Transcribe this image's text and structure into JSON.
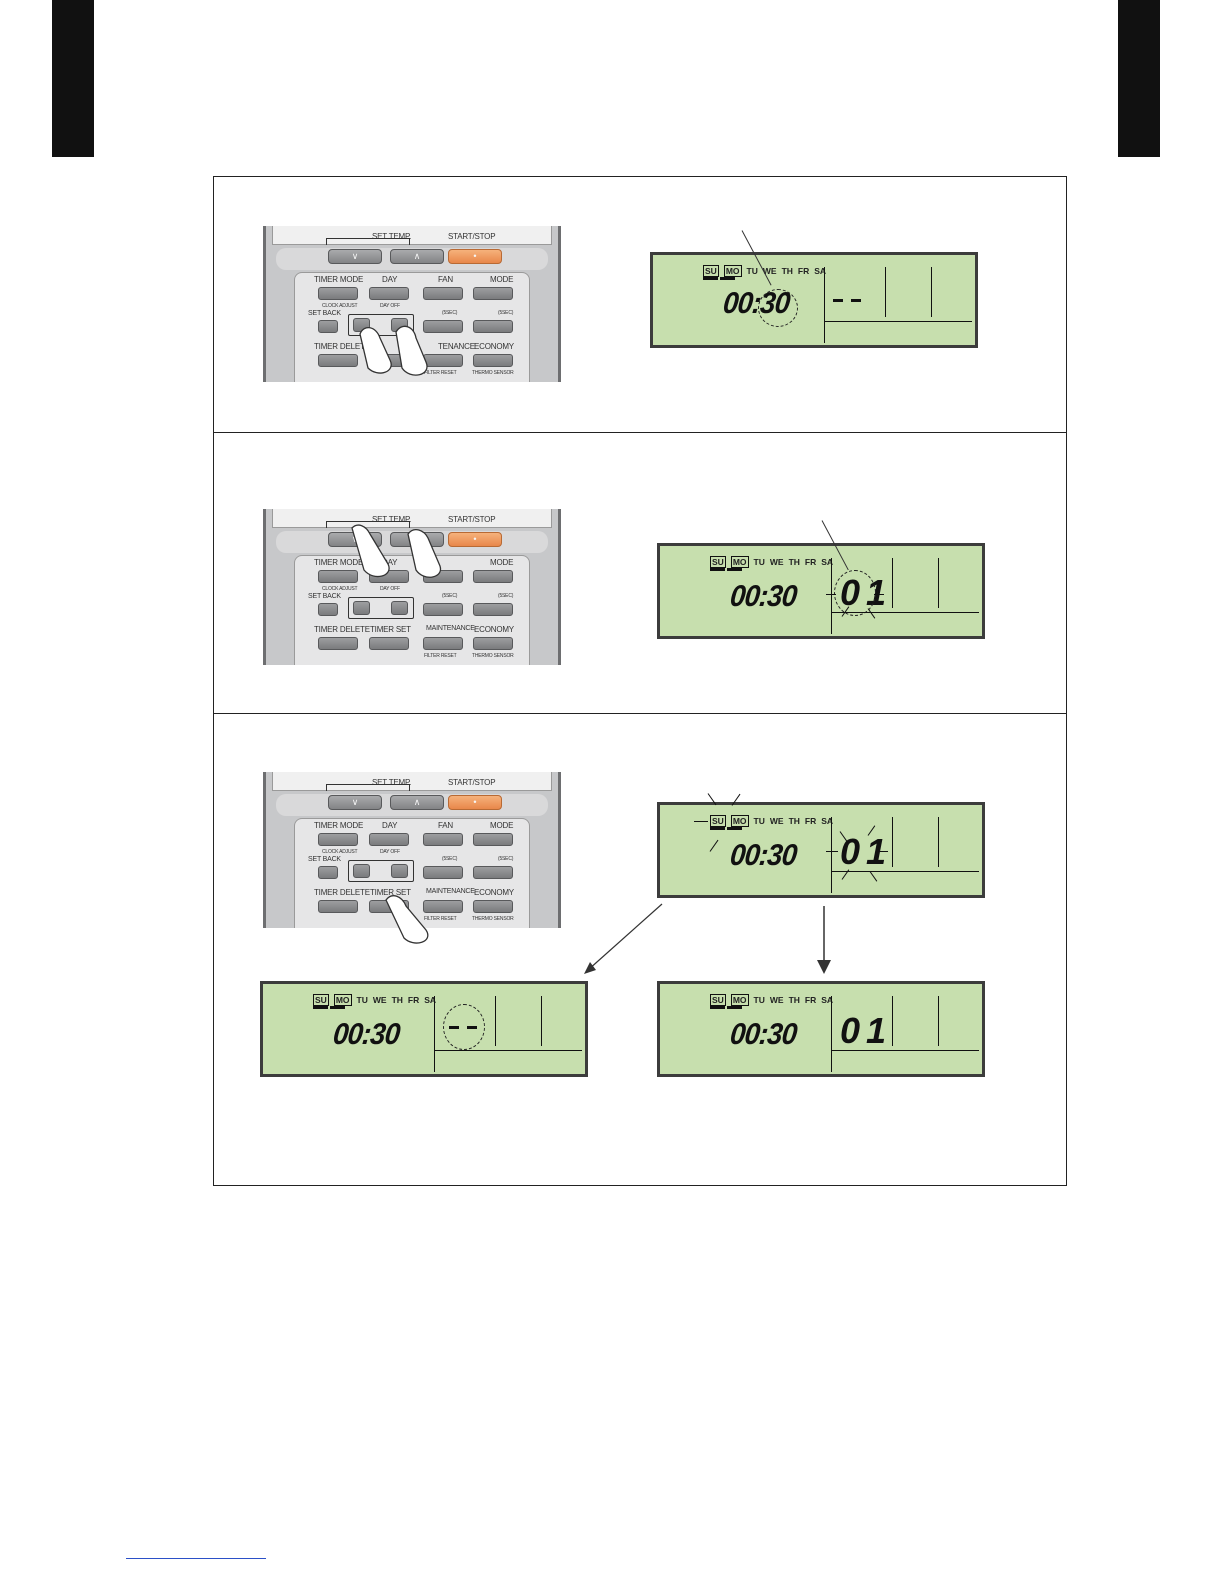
{
  "remote": {
    "set_temp": "SET TEMP.",
    "start_stop": "START/STOP",
    "timer_mode": "TIMER MODE",
    "day": "DAY",
    "fan": "FAN",
    "mode": "MODE",
    "clock_adjust": "CLOCK ADJUST",
    "day_off": "DAY OFF",
    "set_back": "SET BACK",
    "sec_swing": "(5SEC)",
    "sec_louver": "(5SEC)",
    "timer_delete": "TIMER DELETE",
    "timer_set": "TIMER SET",
    "maintenance": "MAINTENANCE",
    "maintenance_partial": "TENANCE",
    "economy": "ECONOMY",
    "filter_reset": "FILTER RESET",
    "thermo_sensor": "THERMO SENSOR"
  },
  "lcd": {
    "days": [
      "SU",
      "MO",
      "TU",
      "WE",
      "TH",
      "FR",
      "SA"
    ],
    "clock": "00:30",
    "blank_program": "- -",
    "program_number": "01"
  },
  "colors": {
    "lcd_background": "#c7dfae",
    "start_button": "#e8874a",
    "tab": "#111111"
  }
}
